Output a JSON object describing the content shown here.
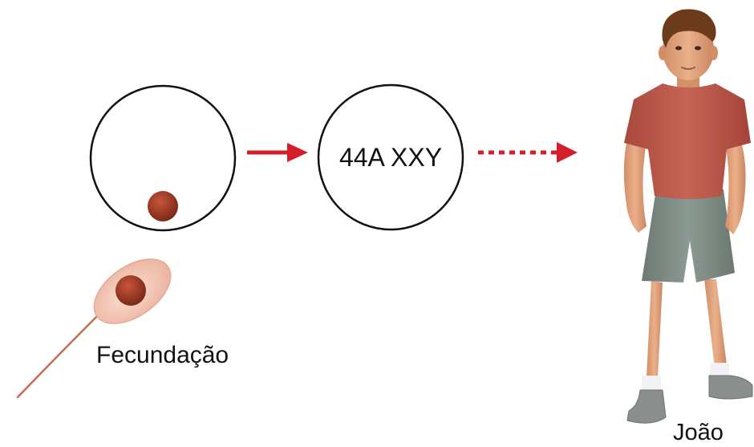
{
  "labels": {
    "zygote_karyotype": "44A XXY",
    "fertilization": "Fecundação",
    "person_name": "João"
  },
  "icons": {
    "egg": "egg-cell-icon",
    "sperm": "sperm-cell-icon",
    "zygote": "zygote-cell-icon",
    "arrow_solid": "arrow-right-icon",
    "arrow_dashed": "dashed-arrow-right-icon",
    "person": "boy-figure-icon"
  },
  "colors": {
    "arrow": "#d41f2a",
    "nucleus": "#9c3a22",
    "sperm_body": "#f3c3b2",
    "shirt": "#b9574a",
    "shorts": "#7d8b84",
    "skin": "#e3a27a",
    "hair": "#6b3b1c"
  }
}
